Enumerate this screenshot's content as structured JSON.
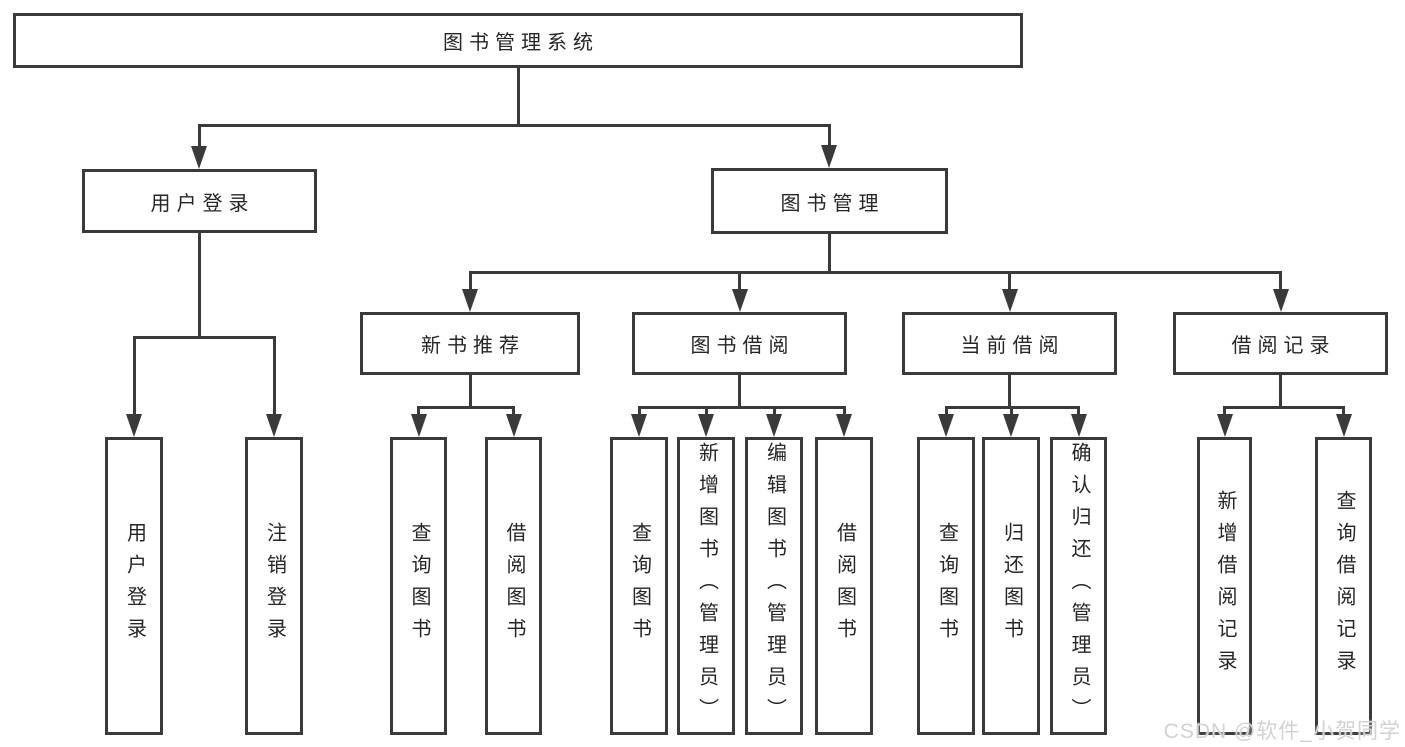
{
  "watermark": "CSDN @软件_小贺同学",
  "colors": {
    "line": "#3a3a3a",
    "text": "#262626",
    "watermark": "#d2d2d2",
    "background": "#ffffff"
  },
  "diagram": {
    "type": "hierarchy-tree",
    "root": {
      "label": "图书管理系统"
    },
    "branches": [
      {
        "label": "用户登录",
        "children": [
          {
            "label": "用户登录"
          },
          {
            "label": "注销登录"
          }
        ]
      },
      {
        "label": "图书管理",
        "children": [
          {
            "label": "新书推荐",
            "children": [
              {
                "label": "查询图书"
              },
              {
                "label": "借阅图书"
              }
            ]
          },
          {
            "label": "图书借阅",
            "children": [
              {
                "label": "查询图书"
              },
              {
                "label": "新增图书（管理员）"
              },
              {
                "label": "编辑图书（管理员）"
              },
              {
                "label": "借阅图书"
              }
            ]
          },
          {
            "label": "当前借阅",
            "children": [
              {
                "label": "查询图书"
              },
              {
                "label": "归还图书"
              },
              {
                "label": "确认归还（管理员）"
              }
            ]
          },
          {
            "label": "借阅记录",
            "children": [
              {
                "label": "新增借阅记录"
              },
              {
                "label": "查询借阅记录"
              }
            ]
          }
        ]
      }
    ]
  }
}
